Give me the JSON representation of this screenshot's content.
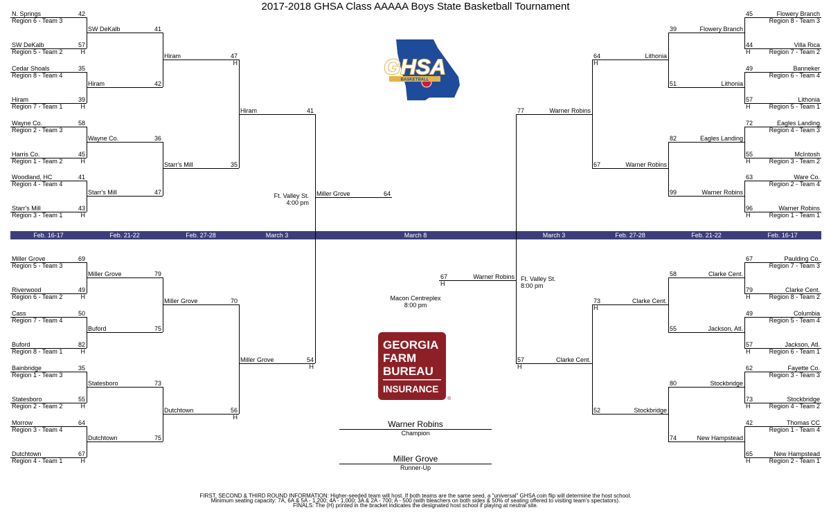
{
  "title": "2017-2018 GHSA Class AAAAA Boys State Basketball Tournament",
  "colors": {
    "band": "#3c3e7a",
    "ghsa_blue": "#1e4c9a",
    "ghsa_red": "#c8202f",
    "ghsa_gold": "#e3b449",
    "farm_bureau": "#8d2027"
  },
  "dates": {
    "left": [
      "Feb. 16-17",
      "Feb. 21-22",
      "Feb. 27-28",
      "March 3"
    ],
    "center": "March 8",
    "right": [
      "March 3",
      "Feb. 27-28",
      "Feb. 21-22",
      "Feb. 16-17"
    ]
  },
  "first_round": {
    "top_left": [
      {
        "name": "N. Springs",
        "seed": "Region 6 - Team 3",
        "score": "42",
        "host": ""
      },
      {
        "name": "SW DeKalb",
        "seed": "Region 5 - Team 2",
        "score": "57",
        "host": "H"
      },
      {
        "name": "Cedar Shoals",
        "seed": "Region 8 - Team 4",
        "score": "35",
        "host": ""
      },
      {
        "name": "Hiram",
        "seed": "Region 7 - Team 1",
        "score": "39",
        "host": "H"
      },
      {
        "name": "Wayne Co.",
        "seed": "Region 2 - Team 3",
        "score": "58",
        "host": ""
      },
      {
        "name": "Harris Co.",
        "seed": "Region 1 - Team 2",
        "score": "45",
        "host": "H"
      },
      {
        "name": "Woodland, HC",
        "seed": "Region 4 - Team 4",
        "score": "41",
        "host": ""
      },
      {
        "name": "Starr's Mill",
        "seed": "Region 3 - Team 1",
        "score": "43",
        "host": "H"
      }
    ],
    "bottom_left": [
      {
        "name": "Miller Grove",
        "seed": "Region 5 - Team 3",
        "score": "69",
        "host": ""
      },
      {
        "name": "Riverwood",
        "seed": "Region 6 - Team 2",
        "score": "49",
        "host": "H"
      },
      {
        "name": "Cass",
        "seed": "Region 7 - Team 4",
        "score": "50",
        "host": ""
      },
      {
        "name": "Buford",
        "seed": "Region 8 - Team 1",
        "score": "82",
        "host": "H"
      },
      {
        "name": "Bainbridge",
        "seed": "Region 1 - Team 3",
        "score": "35",
        "host": ""
      },
      {
        "name": "Statesboro",
        "seed": "Region 2 - Team 2",
        "score": "55",
        "host": "H"
      },
      {
        "name": "Morrow",
        "seed": "Region 3 - Team 4",
        "score": "64",
        "host": ""
      },
      {
        "name": "Dutchtown",
        "seed": "Region 4 - Team 1",
        "score": "67",
        "host": "H"
      }
    ],
    "top_right": [
      {
        "name": "Flowery Branch",
        "seed": "Region 8 - Team 3",
        "score": "45",
        "host": ""
      },
      {
        "name": "Villa Rica",
        "seed": "Region 7 - Team 2",
        "score": "44",
        "host": "H"
      },
      {
        "name": "Banneker",
        "seed": "Region 6 - Team 4",
        "score": "49",
        "host": ""
      },
      {
        "name": "Lithonia",
        "seed": "Region 5 - Team 1",
        "score": "57",
        "host": "H"
      },
      {
        "name": "Eagles Landing",
        "seed": "Region 4 - Team 3",
        "score": "72",
        "host": ""
      },
      {
        "name": "McIntosh",
        "seed": "Region 3 - Team 2",
        "score": "55",
        "host": "H"
      },
      {
        "name": "Ware Co.",
        "seed": "Region 2 - Team 4",
        "score": "63",
        "host": ""
      },
      {
        "name": "Warner Robins",
        "seed": "Region 1 - Team 1",
        "score": "96",
        "host": "H"
      }
    ],
    "bottom_right": [
      {
        "name": "Paulding Co.",
        "seed": "Region 7 - Team 3",
        "score": "67",
        "host": ""
      },
      {
        "name": "Clarke Cent.",
        "seed": "Region 8 - Team 2",
        "score": "79",
        "host": "H"
      },
      {
        "name": "Columbia",
        "seed": "Region 5 - Team 4",
        "score": "49",
        "host": ""
      },
      {
        "name": "Jackson, Atl.",
        "seed": "Region 6 - Team 1",
        "score": "57",
        "host": "H"
      },
      {
        "name": "Fayette Co.",
        "seed": "Region 3 - Team 3",
        "score": "62",
        "host": ""
      },
      {
        "name": "Stockbridge",
        "seed": "Region 4 - Team 2",
        "score": "73",
        "host": "H"
      },
      {
        "name": "Thomas CC",
        "seed": "Region 1 - Team 4",
        "score": "42",
        "host": ""
      },
      {
        "name": "New Hampstead",
        "seed": "Region 2 - Team 1",
        "score": "65",
        "host": "H"
      }
    ]
  },
  "second_round": {
    "top_left": [
      {
        "name": "SW DeKalb",
        "score": "41"
      },
      {
        "name": "Hiram",
        "score": "42"
      },
      {
        "name": "Wayne Co.",
        "score": "36"
      },
      {
        "name": "Starr's Mill",
        "score": "47"
      }
    ],
    "bottom_left": [
      {
        "name": "Miller Grove",
        "score": "79"
      },
      {
        "name": "Buford",
        "score": "75"
      },
      {
        "name": "Statesboro",
        "score": "73"
      },
      {
        "name": "Dutchtown",
        "score": "75"
      }
    ],
    "top_right": [
      {
        "name": "Flowery Branch",
        "score": "39"
      },
      {
        "name": "Lithonia",
        "score": "51"
      },
      {
        "name": "Eagles Landing",
        "score": "82"
      },
      {
        "name": "Warner Robins",
        "score": "99"
      }
    ],
    "bottom_right": [
      {
        "name": "Clarke Cent.",
        "score": "58"
      },
      {
        "name": "Jackson, Atl.",
        "score": "55"
      },
      {
        "name": "Stockbridge",
        "score": "80"
      },
      {
        "name": "New Hampstead",
        "score": "74"
      }
    ]
  },
  "quarterfinals": {
    "top_left": [
      {
        "name": "Hiram",
        "score": "47",
        "host": "H"
      },
      {
        "name": "Starr's Mill",
        "score": "35",
        "host": ""
      }
    ],
    "bottom_left": [
      {
        "name": "Miller Grove",
        "score": "70",
        "host": ""
      },
      {
        "name": "Dutchtown",
        "score": "56",
        "host": "H"
      }
    ],
    "top_right": [
      {
        "name": "Lithonia",
        "score": "64",
        "host": "H"
      },
      {
        "name": "Warner Robins",
        "score": "67",
        "host": ""
      }
    ],
    "bottom_right": [
      {
        "name": "Clarke Cent.",
        "score": "73",
        "host": "H"
      },
      {
        "name": "Stockbridge",
        "score": "52",
        "host": ""
      }
    ]
  },
  "semifinals": {
    "left": [
      {
        "name": "Hiram",
        "score": "41",
        "host": ""
      },
      {
        "name": "Miller Grove",
        "score": "54",
        "host": "H"
      }
    ],
    "right": [
      {
        "name": "Warner Robins",
        "score": "77",
        "host": ""
      },
      {
        "name": "Clarke Cent.",
        "score": "57",
        "host": "H"
      }
    ]
  },
  "venues": {
    "left_semi": {
      "place": "Ft. Valley St.",
      "time": "4:00 pm"
    },
    "right_semi": {
      "place": "Ft. Valley St.",
      "time": "8:00 pm"
    },
    "final": {
      "place": "Macon Centreplex",
      "time": "8:00 pm"
    }
  },
  "final": {
    "left": {
      "name": "Miller Grove",
      "score": "64"
    },
    "right": {
      "name": "Warner Robins",
      "score": "67",
      "host": "H"
    }
  },
  "champion": {
    "name": "Warner Robins",
    "label": "Champion"
  },
  "runner_up": {
    "name": "Miller Grove",
    "label": "Runner-Up"
  },
  "logos": {
    "ghsa": "GHSA",
    "ghsa_sub": "BASKETBALL",
    "sponsor_lines": [
      "GEORGIA",
      "FARM",
      "BUREAU",
      "INSURANCE"
    ],
    "sponsor_mark": "®"
  },
  "footer": [
    "FIRST, SECOND & THIRD ROUND INFORMATION: Higher-seeded team will host. If both teams are the same seed, a \"universal\" GHSA coin flip will determine the host school.",
    "Minimum seating capacity: 7A, 6A & 5A - 1,200; 4A - 1,000; 3A & 2A - 700; A - 500 (with bleachers on both sides & 50% of seating offered to visiting team's spectators).",
    "FINALS: The (H) printed in the bracket indicates the designated host school if playing at neutral site."
  ]
}
